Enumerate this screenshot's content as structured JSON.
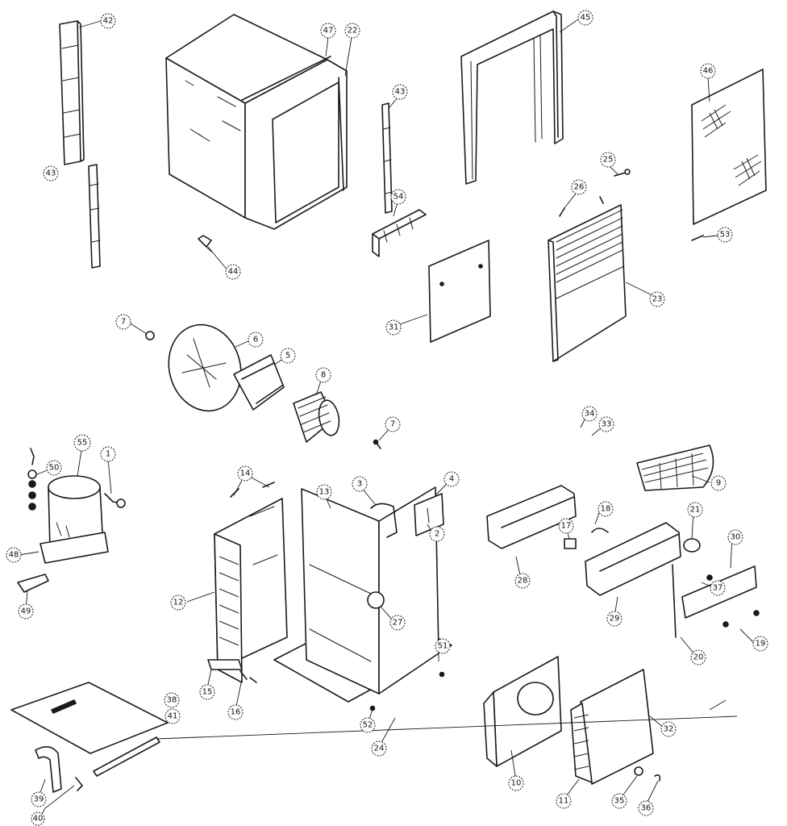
{
  "callouts": [
    {
      "id": "c42",
      "label": "42"
    },
    {
      "id": "c43a",
      "label": "43"
    },
    {
      "id": "c47",
      "label": "47"
    },
    {
      "id": "c22",
      "label": "22"
    },
    {
      "id": "c43b",
      "label": "43"
    },
    {
      "id": "c45",
      "label": "45"
    },
    {
      "id": "c46",
      "label": "46"
    },
    {
      "id": "c25",
      "label": "25"
    },
    {
      "id": "c26",
      "label": "26"
    },
    {
      "id": "c54",
      "label": "54"
    },
    {
      "id": "c44",
      "label": "44"
    },
    {
      "id": "c53",
      "label": "53"
    },
    {
      "id": "c31",
      "label": "31"
    },
    {
      "id": "c23",
      "label": "23"
    },
    {
      "id": "c7a",
      "label": "7"
    },
    {
      "id": "c6",
      "label": "6"
    },
    {
      "id": "c5",
      "label": "5"
    },
    {
      "id": "c8",
      "label": "8"
    },
    {
      "id": "c7b",
      "label": "7"
    },
    {
      "id": "c34",
      "label": "34"
    },
    {
      "id": "c33",
      "label": "33"
    },
    {
      "id": "c55",
      "label": "55"
    },
    {
      "id": "c1",
      "label": "1"
    },
    {
      "id": "c50",
      "label": "50"
    },
    {
      "id": "c14",
      "label": "14"
    },
    {
      "id": "c3",
      "label": "3"
    },
    {
      "id": "c13",
      "label": "13"
    },
    {
      "id": "c4",
      "label": "4"
    },
    {
      "id": "c2",
      "label": "2"
    },
    {
      "id": "c9",
      "label": "9"
    },
    {
      "id": "c18",
      "label": "18"
    },
    {
      "id": "c21",
      "label": "21"
    },
    {
      "id": "c30",
      "label": "30"
    },
    {
      "id": "c17",
      "label": "17"
    },
    {
      "id": "c48",
      "label": "48"
    },
    {
      "id": "c28",
      "label": "28"
    },
    {
      "id": "c37",
      "label": "37"
    },
    {
      "id": "c49",
      "label": "49"
    },
    {
      "id": "c12",
      "label": "12"
    },
    {
      "id": "c27",
      "label": "27"
    },
    {
      "id": "c29",
      "label": "29"
    },
    {
      "id": "c19",
      "label": "19"
    },
    {
      "id": "c20",
      "label": "20"
    },
    {
      "id": "c51",
      "label": "51"
    },
    {
      "id": "c15",
      "label": "15"
    },
    {
      "id": "c16",
      "label": "16"
    },
    {
      "id": "c38",
      "label": "38"
    },
    {
      "id": "c52",
      "label": "52"
    },
    {
      "id": "c32",
      "label": "32"
    },
    {
      "id": "c41",
      "label": "41"
    },
    {
      "id": "c24",
      "label": "24"
    },
    {
      "id": "c10",
      "label": "10"
    },
    {
      "id": "c39",
      "label": "39"
    },
    {
      "id": "c11",
      "label": "11"
    },
    {
      "id": "c35",
      "label": "35"
    },
    {
      "id": "c36",
      "label": "36"
    },
    {
      "id": "c40",
      "label": "40"
    }
  ]
}
